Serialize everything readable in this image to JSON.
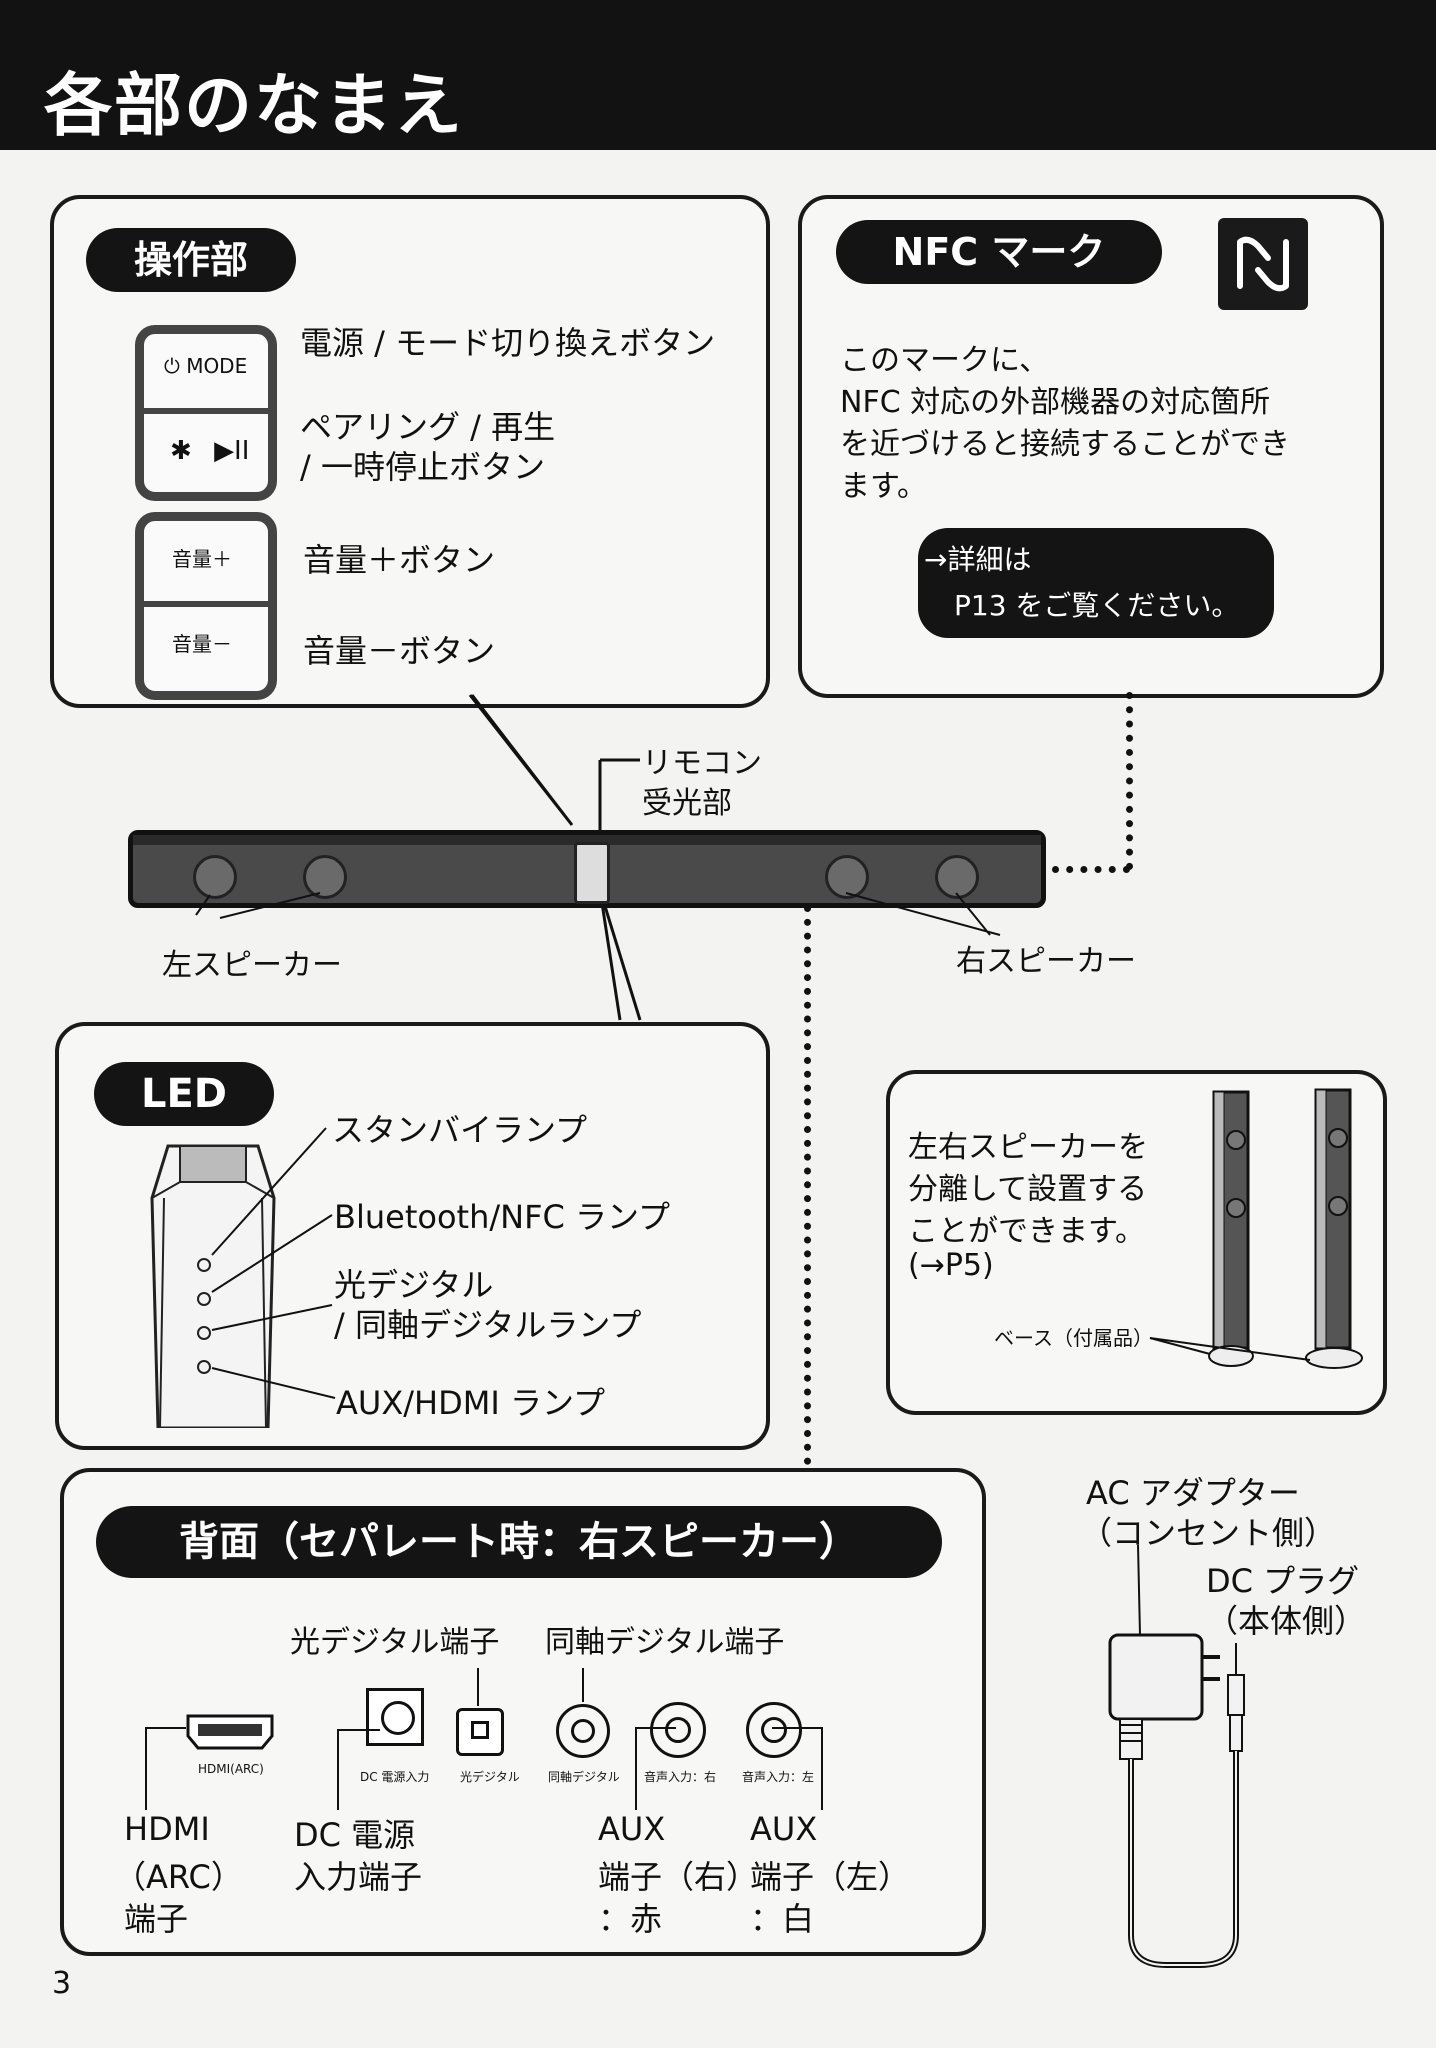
{
  "page_title": "各部のなまえ",
  "page_number": "3",
  "controls": {
    "heading": "操作部",
    "mode_label": "MODE",
    "vol_plus_label": "音量＋",
    "vol_minus_label": "音量－",
    "callouts": {
      "power_mode": "電源 / モード切り換えボタン",
      "pairing_line1": "ペアリング / 再生",
      "pairing_line2": "/ 一時停止ボタン",
      "vol_plus": "音量＋ボタン",
      "vol_minus": "音量－ボタン"
    }
  },
  "nfc": {
    "heading": "NFC マーク",
    "desc_line1": "このマークに、",
    "desc_line2": "NFC 対応の外部機器の対応箇所",
    "desc_line3": "を近づけると接続することができ",
    "desc_line4": "ます。",
    "note_line1": "→詳細は",
    "note_line2": "P13 をご覧ください。"
  },
  "bar": {
    "remote_line1": "リモコン",
    "remote_line2": "受光部",
    "left_speaker": "左スピーカー",
    "right_speaker": "右スピーカー"
  },
  "led": {
    "heading": "LED",
    "standby": "スタンバイランプ",
    "bluetooth": "Bluetooth/NFC ランプ",
    "optical_line1": "光デジタル",
    "optical_line2": "/ 同軸デジタルランプ",
    "aux_hdmi": "AUX/HDMI ランプ"
  },
  "separate": {
    "line1": "左右スピーカーを",
    "line2": "分離して設置する",
    "line3": "ことができます。",
    "line4": "(→P5)",
    "base_label": "ベース（付属品）"
  },
  "rear": {
    "heading": "背面（セパレート時：右スピーカー）",
    "optical_terminal": "光デジタル端子",
    "coaxial_terminal": "同軸デジタル端子",
    "hdmi_small": "HDMI(ARC)",
    "dc_small": "DC 電源入力",
    "optical_small": "光デジタル",
    "coax_small": "同軸デジタル",
    "aux_r_small": "音声入力：右",
    "aux_l_small": "音声入力：左",
    "hdmi_line1": "HDMI",
    "hdmi_line2": "（ARC）",
    "hdmi_line3": "端子",
    "dc_line1": "DC 電源",
    "dc_line2": "入力端子",
    "aux_r_line1": "AUX",
    "aux_r_line2": "端子（右）",
    "aux_r_line3": "：赤",
    "aux_l_line1": "AUX",
    "aux_l_line2": "端子（左）",
    "aux_l_line3": "：白"
  },
  "adapter": {
    "ac_line1": "AC アダプター",
    "ac_line2": "（コンセント側）",
    "dc_line1": "DC プラグ",
    "dc_line2": "（本体側）"
  }
}
